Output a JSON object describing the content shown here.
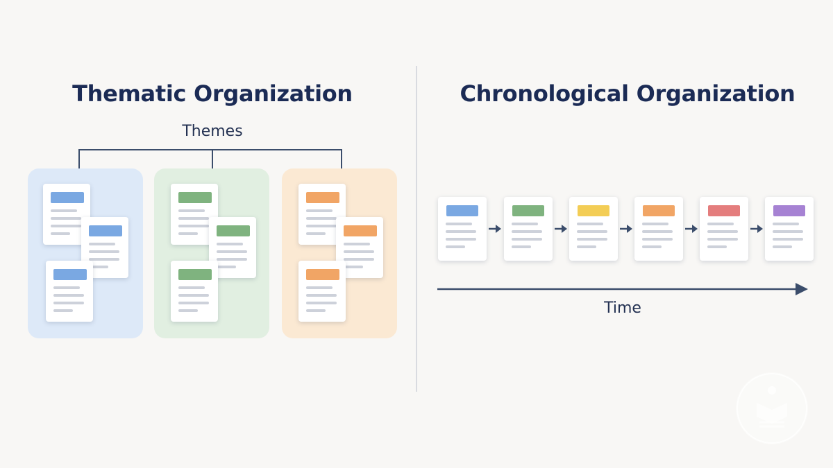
{
  "thematic": {
    "title": "Thematic Organization",
    "themes_label": "Themes",
    "groups": [
      {
        "name": "blue",
        "bg": "#dde9f8",
        "accent": "#7aa8e2"
      },
      {
        "name": "green",
        "bg": "#e1efe1",
        "accent": "#7fb37f"
      },
      {
        "name": "orange",
        "bg": "#fbe9d3",
        "accent": "#f1a565"
      }
    ]
  },
  "chronological": {
    "title": "Chronological Organization",
    "time_label": "Time",
    "accents": [
      "#7aa8e2",
      "#7fb37f",
      "#f3cd55",
      "#f1a565",
      "#e47d7d",
      "#a682d3"
    ]
  },
  "icons": {
    "card": "document-card-icon",
    "arrow": "arrow-right-icon",
    "logo": "book-logo-icon"
  }
}
